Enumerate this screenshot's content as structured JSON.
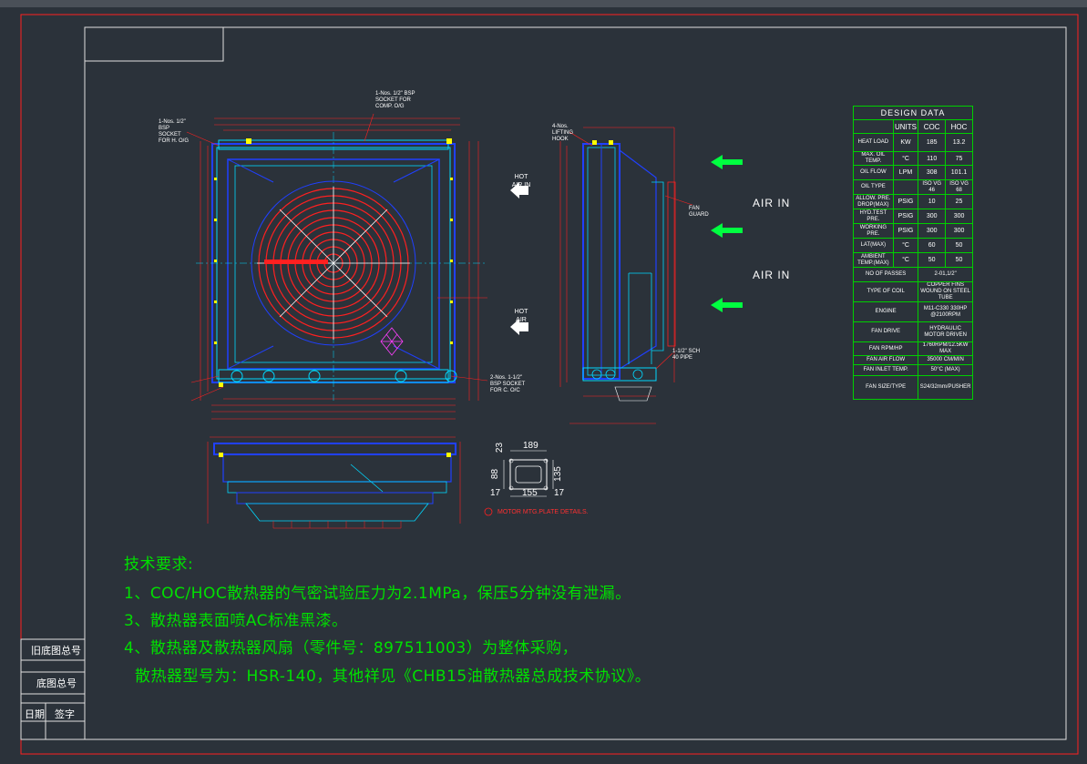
{
  "design_data": {
    "title": "DESIGN DATA",
    "headers": [
      "",
      "UNITS",
      "COC",
      "HOC"
    ],
    "rows": [
      [
        "HEAT LOAD",
        "KW",
        "185",
        "13.2"
      ],
      [
        "MAX. OIL TEMP.",
        "°C",
        "110",
        "75"
      ],
      [
        "OIL FLOW",
        "LPM",
        "308",
        "101.1"
      ],
      [
        "OIL TYPE",
        "",
        "ISO VG 46",
        "ISO VG 68"
      ],
      [
        "ALLOW. PRE. DROP(MAX)",
        "PSIG",
        "10",
        "25"
      ],
      [
        "HYD.TEST PRE.",
        "PSIG",
        "300",
        "300"
      ],
      [
        "WORKING PRE.",
        "PSIG",
        "300",
        "300"
      ],
      [
        "LAT(MAX)",
        "°C",
        "60",
        "50"
      ],
      [
        "AMBIENT TEMP.(MAX)",
        "°C",
        "50",
        "50"
      ]
    ],
    "wide_rows": [
      [
        "NO OF PASSES",
        "2-01,1/2\""
      ],
      [
        "TYPE OF COIL",
        "COPPER FINS WOUND ON STEEL TUBE"
      ],
      [
        "ENGINE",
        "M11-C330 330HP @2100RPM"
      ],
      [
        "FAN DRIVE",
        "HYDRAULIC MOTOR DRIVEN"
      ],
      [
        "FAN RPM/HP",
        "1760RPM/12.5KW MAX"
      ],
      [
        "FAN AIR FLOW",
        "35000 CM/MIN"
      ],
      [
        "FAN INLET TEMP.",
        "50°C (MAX)"
      ],
      [
        "FAN SIZE/TYPE",
        "S24/32mm/PUSHER"
      ]
    ]
  },
  "labels": {
    "air_in_1": "AIR IN",
    "air_in_2": "AIR IN",
    "hot_air_in": "HOT AIR IN",
    "hot_air_out": "HOT AIR OUT",
    "socket_top": "1-Nos. 1/2\" BSP SOCKET FOR COMP. O/G",
    "socket_left": "1-Nos. 1/2\" BSP SOCKET FOR H. O/G",
    "socket_bottom": "2-Nos. 1-1/2\" BSP SOCKET FOR C. O/C",
    "lifting_hook": "4-Nos. LIFTING HOOK",
    "sch_pipe": "1-1/2\" SCH 40 PIPE",
    "fan_guard": "FAN GUARD",
    "motor_plate": "MOTOR MTG.PLATE DETAILS.",
    "dim_189": "189",
    "dim_155": "155",
    "dim_17a": "17",
    "dim_17b": "17",
    "dim_23": "23",
    "dim_88": "88",
    "dim_135": "135"
  },
  "notes": {
    "heading": "技术要求:",
    "line1": "1、COC/HOC散热器的气密试验压力为2.1MPa，保压5分钟没有泄漏。",
    "line3": "3、散热器表面喷AC标准黑漆。",
    "line4": "4、散热器及散热器风扇（零件号：897511003）为整体采购，",
    "line5": "散热器型号为：HSR-140，其他祥见《CHB15油散热器总成技术协议》。"
  },
  "titleblock": {
    "old_drawing_no": "旧底图总号",
    "drawing_no": "底图总号",
    "date": "日期",
    "signature": "签字"
  },
  "colors": {
    "background": "#2b323a",
    "border": "#ff2020",
    "frame": "#ffffff",
    "blue": "#2040ff",
    "cyan": "#00e0ff",
    "red": "#ff2020",
    "green": "#00ff40",
    "magenta": "#ff40ff",
    "yellow": "#ffff00"
  }
}
